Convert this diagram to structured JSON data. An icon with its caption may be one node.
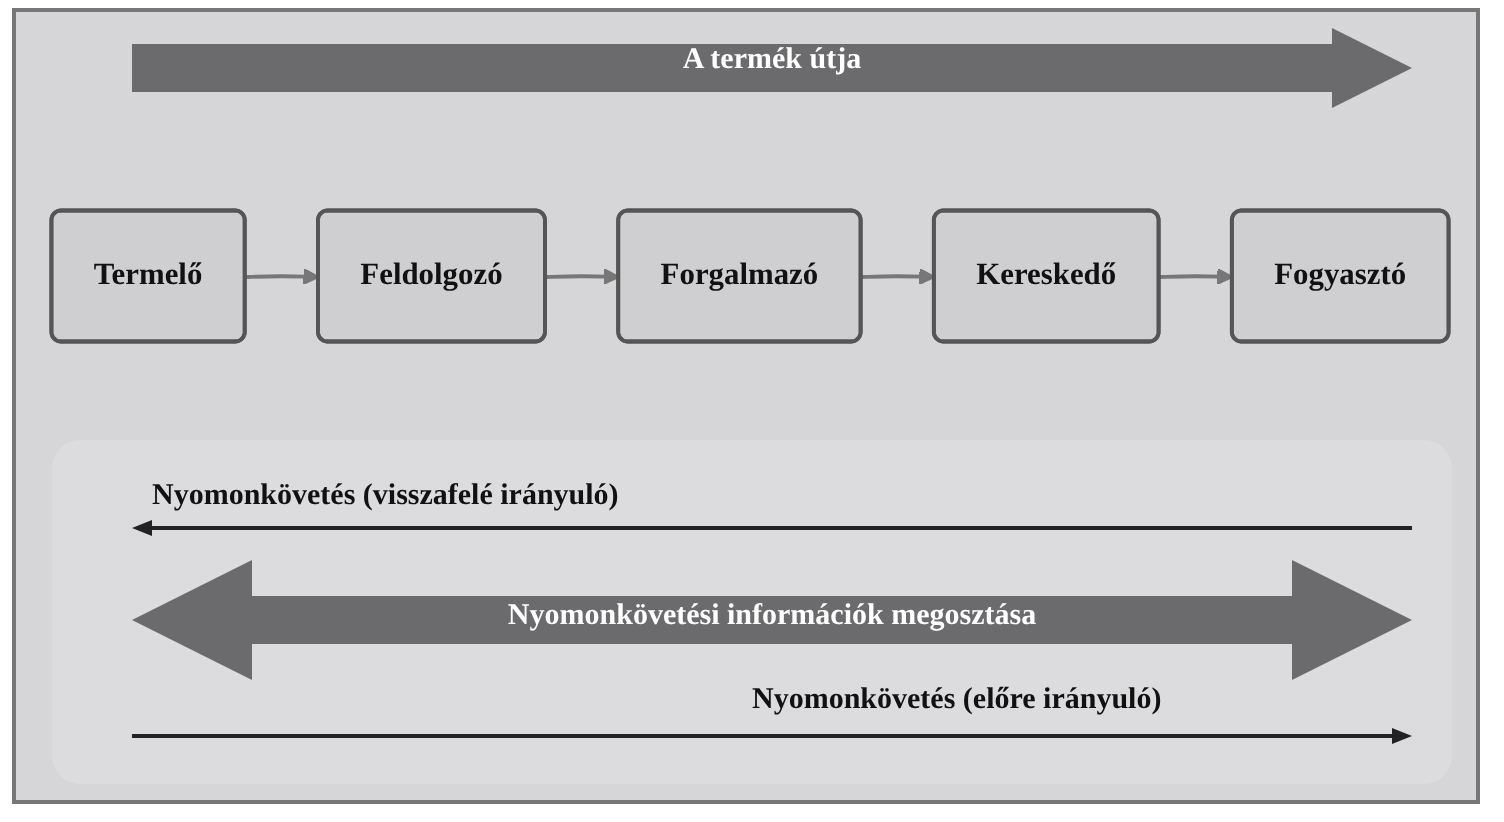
{
  "diagram": {
    "nodes": [
      {
        "text": [
          "Termelő"
        ]
      },
      {
        "text": [
          "Feldolgozó"
        ]
      },
      {
        "text": [
          "Forgalmazó"
        ]
      },
      {
        "text": [
          "Kereskedő"
        ]
      },
      {
        "text": [
          "Fogyasztó"
        ]
      }
    ],
    "edges": [
      {
        "from": 0,
        "to": 1,
        "arrow": "to"
      },
      {
        "from": 1,
        "to": 2,
        "arrow": "to"
      },
      {
        "from": 2,
        "to": 3,
        "arrow": "to"
      },
      {
        "from": 3,
        "to": 4,
        "arrow": "to"
      }
    ],
    "labels": [
      "A termék útja",
      "Nyomonkövetés (visszafelé irányuló)",
      "Nyomonkövetési információk megosztása",
      "Nyomonkövetés (előre irányuló)"
    ]
  }
}
